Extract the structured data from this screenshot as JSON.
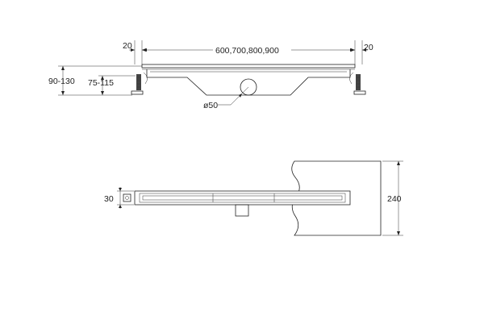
{
  "front_view": {
    "dim_left_margin": "20",
    "dim_right_margin": "20",
    "dim_length": "600,700,800,900",
    "dim_total_height": "90-130",
    "dim_adjust_height": "75-115",
    "dim_outlet_diameter": "ø50"
  },
  "top_view": {
    "dim_width": "30",
    "dim_floor_height": "240"
  }
}
